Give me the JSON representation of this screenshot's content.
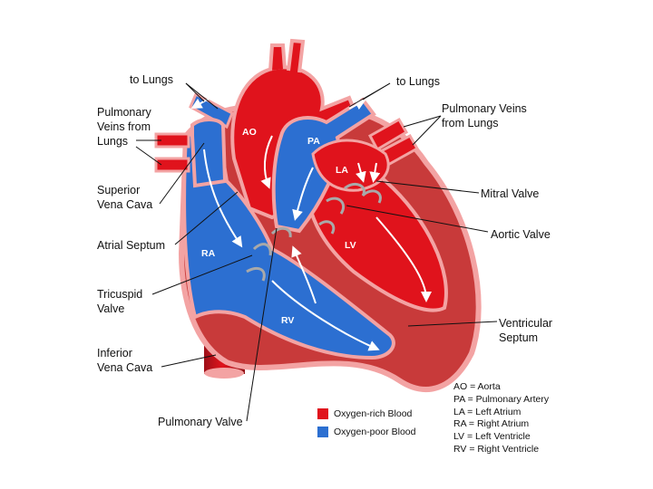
{
  "colors": {
    "oxygen_rich": "#e0131c",
    "oxygen_poor": "#2c6fd1",
    "muscle": "#c83a3a",
    "outline": "#f3a3a3",
    "valve": "#a9a9a9"
  },
  "labels": {
    "to_lungs_left": "to Lungs",
    "to_lungs_right": "to Lungs",
    "pulmonary_veins_left": "Pulmonary\nVeins from\nLungs",
    "pulmonary_veins_right": "Pulmonary Veins\nfrom Lungs",
    "superior_vena_cava": "Superior\nVena Cava",
    "atrial_septum": "Atrial Septum",
    "tricuspid_valve": "Tricuspid\nValve",
    "inferior_vena_cava": "Inferior\nVena Cava",
    "pulmonary_valve": "Pulmonary Valve",
    "mitral_valve": "Mitral Valve",
    "aortic_valve": "Aortic Valve",
    "ventricular_septum": "Ventricular\nSeptum"
  },
  "chambers": {
    "ao": "AO",
    "pa": "PA",
    "la": "LA",
    "ra": "RA",
    "lv": "LV",
    "rv": "RV"
  },
  "legend": {
    "oxygen_rich": "Oxygen-rich Blood",
    "oxygen_poor": "Oxygen-poor Blood"
  },
  "abbreviations": [
    "AO = Aorta",
    "PA = Pulmonary Artery",
    "LA = Left Atrium",
    "RA = Right Atrium",
    "LV = Left Ventricle",
    "RV = Right Ventricle"
  ]
}
